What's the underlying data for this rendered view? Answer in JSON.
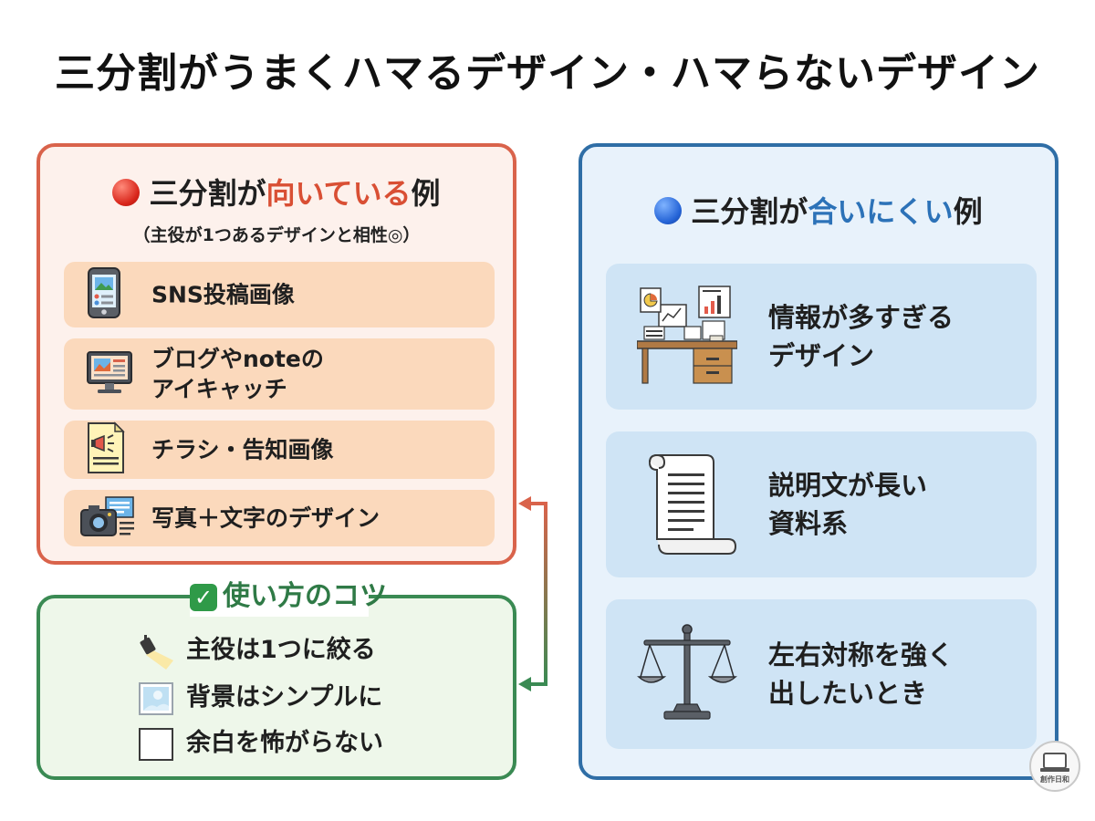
{
  "title": "三分割がうまくハマるデザイン・ハマらないデザイン",
  "left_panel": {
    "heading_pre": "三分割が",
    "heading_hl": "向いている",
    "heading_post": "例",
    "subtitle": "（主役が1つあるデザインと相性◎）",
    "accent": "#d9634b",
    "items": [
      {
        "icon": "smartphone-icon",
        "label": "SNS投稿画像"
      },
      {
        "icon": "monitor-icon",
        "label_line1": "ブログやnoteの",
        "label_line2": "アイキャッチ"
      },
      {
        "icon": "megaphone-flyer-icon",
        "label": "チラシ・告知画像"
      },
      {
        "icon": "camera-text-icon",
        "label": "写真＋文字のデザイン"
      }
    ]
  },
  "tips": {
    "check": "✓",
    "heading": "使い方のコツ",
    "accent": "#3a8a53",
    "items": [
      {
        "icon": "spotlight-icon",
        "label": "主役は1つに絞る"
      },
      {
        "icon": "picture-icon",
        "label": "背景はシンプルに"
      },
      {
        "icon": "blank-square-icon",
        "label": "余白を怖がらない"
      }
    ]
  },
  "right_panel": {
    "heading_pre": "三分割が",
    "heading_hl": "合いにくい",
    "heading_post": "例",
    "accent": "#2f6ea6",
    "items": [
      {
        "icon": "cluttered-desk-icon",
        "label_line1": "情報が多すぎる",
        "label_line2": "デザイン"
      },
      {
        "icon": "scroll-document-icon",
        "label_line1": "説明文が長い",
        "label_line2": "資料系"
      },
      {
        "icon": "balance-scale-icon",
        "label_line1": "左右対称を強く",
        "label_line2": "出したいとき"
      }
    ]
  },
  "logo": {
    "text": "創作日和"
  }
}
